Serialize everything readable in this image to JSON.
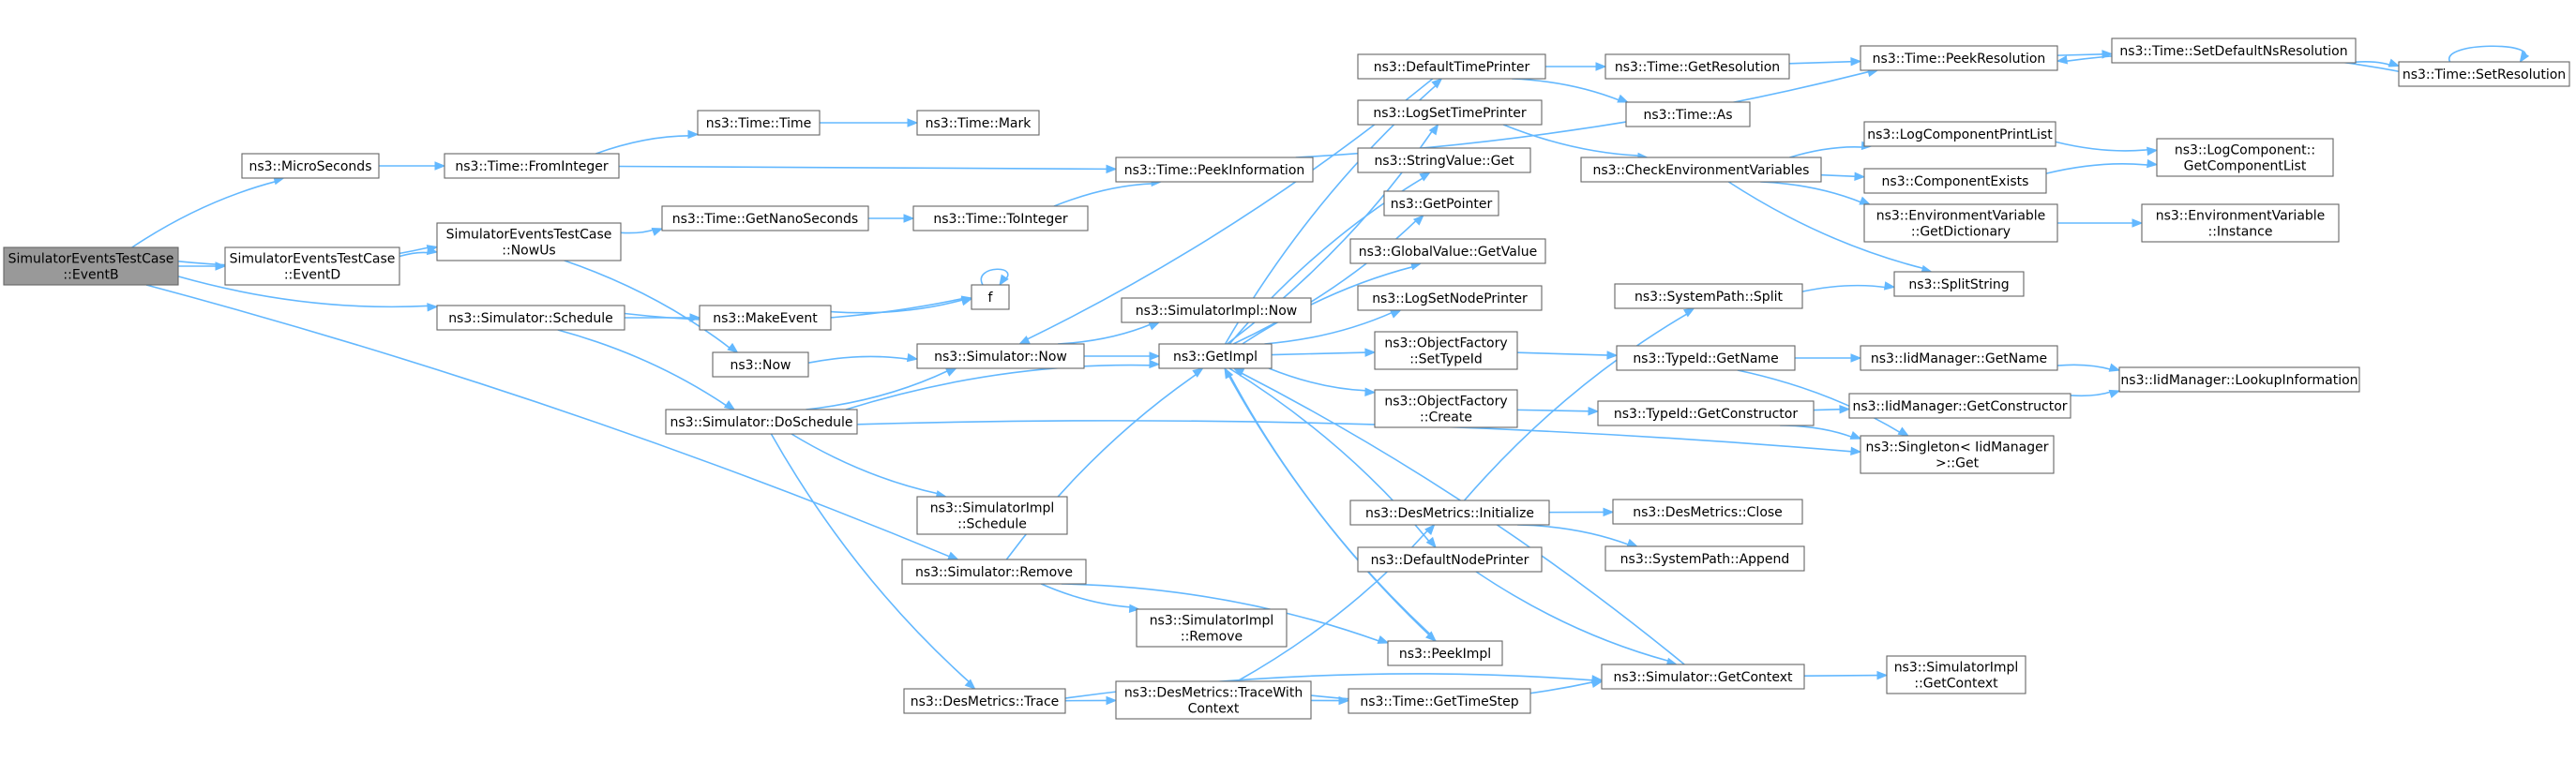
{
  "diagram": {
    "title": "",
    "nodes": [
      {
        "id": "eventB",
        "lines": [
          "SimulatorEventsTestCase",
          "::EventB"
        ],
        "root": true
      },
      {
        "id": "microSeconds",
        "lines": [
          "ns3::MicroSeconds"
        ]
      },
      {
        "id": "fromInteger",
        "lines": [
          "ns3::Time::FromInteger"
        ]
      },
      {
        "id": "timeTime",
        "lines": [
          "ns3::Time::Time"
        ]
      },
      {
        "id": "timeMark",
        "lines": [
          "ns3::Time::Mark"
        ]
      },
      {
        "id": "peekInformation",
        "lines": [
          "ns3::Time::PeekInformation"
        ]
      },
      {
        "id": "eventD",
        "lines": [
          "SimulatorEventsTestCase",
          "::EventD"
        ]
      },
      {
        "id": "nowUs",
        "lines": [
          "SimulatorEventsTestCase",
          "::NowUs"
        ]
      },
      {
        "id": "getNanoSeconds",
        "lines": [
          "ns3::Time::GetNanoSeconds"
        ]
      },
      {
        "id": "toInteger",
        "lines": [
          "ns3::Time::ToInteger"
        ]
      },
      {
        "id": "f",
        "lines": [
          "f"
        ]
      },
      {
        "id": "schedule",
        "lines": [
          "ns3::Simulator::Schedule"
        ]
      },
      {
        "id": "makeEvent",
        "lines": [
          "ns3::MakeEvent"
        ]
      },
      {
        "id": "now",
        "lines": [
          "ns3::Now"
        ]
      },
      {
        "id": "simNow",
        "lines": [
          "ns3::Simulator::Now"
        ]
      },
      {
        "id": "implNow",
        "lines": [
          "ns3::SimulatorImpl::Now"
        ]
      },
      {
        "id": "getImpl",
        "lines": [
          "ns3::GetImpl"
        ]
      },
      {
        "id": "doSchedule",
        "lines": [
          "ns3::Simulator::DoSchedule"
        ]
      },
      {
        "id": "implSchedule",
        "lines": [
          "ns3::SimulatorImpl",
          "::Schedule"
        ]
      },
      {
        "id": "remove",
        "lines": [
          "ns3::Simulator::Remove"
        ]
      },
      {
        "id": "implRemove",
        "lines": [
          "ns3::SimulatorImpl",
          "::Remove"
        ]
      },
      {
        "id": "dmTrace",
        "lines": [
          "ns3::DesMetrics::Trace"
        ]
      },
      {
        "id": "traceWithContext",
        "lines": [
          "ns3::DesMetrics::TraceWith",
          "Context"
        ]
      },
      {
        "id": "getTimeStep",
        "lines": [
          "ns3::Time::GetTimeStep"
        ]
      },
      {
        "id": "defaultTimePrinter",
        "lines": [
          "ns3::DefaultTimePrinter"
        ]
      },
      {
        "id": "logSetTimePrinter",
        "lines": [
          "ns3::LogSetTimePrinter"
        ]
      },
      {
        "id": "stringValueGet",
        "lines": [
          "ns3::StringValue::Get"
        ]
      },
      {
        "id": "getPointer",
        "lines": [
          "ns3::GetPointer"
        ]
      },
      {
        "id": "globalValueGet",
        "lines": [
          "ns3::GlobalValue::GetValue"
        ]
      },
      {
        "id": "logSetNodePrinter",
        "lines": [
          "ns3::LogSetNodePrinter"
        ]
      },
      {
        "id": "ofSetTypeId",
        "lines": [
          "ns3::ObjectFactory",
          "::SetTypeId"
        ]
      },
      {
        "id": "ofCreate",
        "lines": [
          "ns3::ObjectFactory",
          "::Create"
        ]
      },
      {
        "id": "dmInitialize",
        "lines": [
          "ns3::DesMetrics::Initialize"
        ]
      },
      {
        "id": "defaultNodePrinter",
        "lines": [
          "ns3::DefaultNodePrinter"
        ]
      },
      {
        "id": "peekImpl",
        "lines": [
          "ns3::PeekImpl"
        ]
      },
      {
        "id": "getResolution",
        "lines": [
          "ns3::Time::GetResolution"
        ]
      },
      {
        "id": "timeAs",
        "lines": [
          "ns3::Time::As"
        ]
      },
      {
        "id": "checkEnv",
        "lines": [
          "ns3::CheckEnvironmentVariables"
        ]
      },
      {
        "id": "spSplit",
        "lines": [
          "ns3::SystemPath::Split"
        ]
      },
      {
        "id": "typeIdGetName",
        "lines": [
          "ns3::TypeId::GetName"
        ]
      },
      {
        "id": "typeIdGetCtor",
        "lines": [
          "ns3::TypeId::GetConstructor"
        ]
      },
      {
        "id": "dmClose",
        "lines": [
          "ns3::DesMetrics::Close"
        ]
      },
      {
        "id": "spAppend",
        "lines": [
          "ns3::SystemPath::Append"
        ]
      },
      {
        "id": "simGetContext",
        "lines": [
          "ns3::Simulator::GetContext"
        ]
      },
      {
        "id": "peekResolution",
        "lines": [
          "ns3::Time::PeekResolution"
        ]
      },
      {
        "id": "setDefaultNsRes",
        "lines": [
          "ns3::Time::SetDefaultNsResolution"
        ]
      },
      {
        "id": "setResolution",
        "lines": [
          "ns3::Time::SetResolution"
        ]
      },
      {
        "id": "logCompPrintList",
        "lines": [
          "ns3::LogComponentPrintList"
        ]
      },
      {
        "id": "componentExists",
        "lines": [
          "ns3::ComponentExists"
        ]
      },
      {
        "id": "envGetDict",
        "lines": [
          "ns3::EnvironmentVariable",
          "::GetDictionary"
        ]
      },
      {
        "id": "splitString",
        "lines": [
          "ns3::SplitString"
        ]
      },
      {
        "id": "iidGetName",
        "lines": [
          "ns3::IidManager::GetName"
        ]
      },
      {
        "id": "iidGetCtor",
        "lines": [
          "ns3::IidManager::GetConstructor"
        ]
      },
      {
        "id": "singletonGet",
        "lines": [
          "ns3::Singleton< IidManager",
          " >::Get"
        ]
      },
      {
        "id": "implGetContext",
        "lines": [
          "ns3::SimulatorImpl",
          "::GetContext"
        ]
      },
      {
        "id": "logCompGetList",
        "lines": [
          "ns3::LogComponent::",
          "GetComponentList"
        ]
      },
      {
        "id": "envInstance",
        "lines": [
          "ns3::EnvironmentVariable",
          "::Instance"
        ]
      },
      {
        "id": "lookupInfo",
        "lines": [
          "ns3::IidManager::LookupInformation"
        ]
      }
    ],
    "edges": [
      [
        "eventB",
        "microSeconds"
      ],
      [
        "eventB",
        "nowUs"
      ],
      [
        "eventB",
        "eventD"
      ],
      [
        "eventB",
        "schedule"
      ],
      [
        "eventB",
        "remove"
      ],
      [
        "microSeconds",
        "fromInteger"
      ],
      [
        "fromInteger",
        "timeTime"
      ],
      [
        "fromInteger",
        "peekInformation"
      ],
      [
        "timeTime",
        "timeMark"
      ],
      [
        "peekInformation",
        "peekResolution"
      ],
      [
        "eventD",
        "nowUs"
      ],
      [
        "nowUs",
        "getNanoSeconds"
      ],
      [
        "nowUs",
        "now"
      ],
      [
        "getNanoSeconds",
        "toInteger"
      ],
      [
        "toInteger",
        "peekInformation"
      ],
      [
        "f",
        "f"
      ],
      [
        "schedule",
        "makeEvent"
      ],
      [
        "schedule",
        "f"
      ],
      [
        "schedule",
        "doSchedule"
      ],
      [
        "makeEvent",
        "f"
      ],
      [
        "now",
        "simNow"
      ],
      [
        "simNow",
        "implNow"
      ],
      [
        "simNow",
        "getImpl"
      ],
      [
        "doSchedule",
        "simNow"
      ],
      [
        "doSchedule",
        "getImpl"
      ],
      [
        "doSchedule",
        "implSchedule"
      ],
      [
        "doSchedule",
        "singletonGet"
      ],
      [
        "doSchedule",
        "dmTrace"
      ],
      [
        "remove",
        "getImpl"
      ],
      [
        "remove",
        "implRemove"
      ],
      [
        "remove",
        "peekImpl"
      ],
      [
        "dmTrace",
        "traceWithContext"
      ],
      [
        "dmTrace",
        "simGetContext"
      ],
      [
        "traceWithContext",
        "dmInitialize"
      ],
      [
        "traceWithContext",
        "getTimeStep"
      ],
      [
        "traceWithContext",
        "simGetContext"
      ],
      [
        "getImpl",
        "defaultTimePrinter"
      ],
      [
        "getImpl",
        "logSetTimePrinter"
      ],
      [
        "getImpl",
        "stringValueGet"
      ],
      [
        "getImpl",
        "getPointer"
      ],
      [
        "getImpl",
        "globalValueGet"
      ],
      [
        "getImpl",
        "logSetNodePrinter"
      ],
      [
        "getImpl",
        "ofSetTypeId"
      ],
      [
        "getImpl",
        "ofCreate"
      ],
      [
        "getImpl",
        "defaultNodePrinter"
      ],
      [
        "getImpl",
        "peekImpl"
      ],
      [
        "defaultTimePrinter",
        "simNow"
      ],
      [
        "defaultTimePrinter",
        "getResolution"
      ],
      [
        "defaultTimePrinter",
        "timeAs"
      ],
      [
        "logSetTimePrinter",
        "checkEnv"
      ],
      [
        "ofSetTypeId",
        "typeIdGetName"
      ],
      [
        "ofCreate",
        "typeIdGetCtor"
      ],
      [
        "dmInitialize",
        "spSplit"
      ],
      [
        "dmInitialize",
        "dmClose"
      ],
      [
        "dmInitialize",
        "spAppend"
      ],
      [
        "defaultNodePrinter",
        "simGetContext"
      ],
      [
        "peekImpl",
        "getImpl"
      ],
      [
        "getResolution",
        "peekResolution"
      ],
      [
        "checkEnv",
        "logCompPrintList"
      ],
      [
        "checkEnv",
        "componentExists"
      ],
      [
        "checkEnv",
        "envGetDict"
      ],
      [
        "checkEnv",
        "splitString"
      ],
      [
        "spSplit",
        "splitString"
      ],
      [
        "typeIdGetName",
        "iidGetName"
      ],
      [
        "typeIdGetName",
        "singletonGet"
      ],
      [
        "typeIdGetCtor",
        "iidGetCtor"
      ],
      [
        "typeIdGetCtor",
        "singletonGet"
      ],
      [
        "simGetContext",
        "getImpl"
      ],
      [
        "simGetContext",
        "implGetContext"
      ],
      [
        "peekResolution",
        "setDefaultNsRes"
      ],
      [
        "setDefaultNsRes",
        "setResolution"
      ],
      [
        "setResolution",
        "peekResolution"
      ],
      [
        "setResolution",
        "setResolution"
      ],
      [
        "logCompPrintList",
        "logCompGetList"
      ],
      [
        "componentExists",
        "logCompGetList"
      ],
      [
        "envGetDict",
        "envInstance"
      ],
      [
        "iidGetName",
        "lookupInfo"
      ],
      [
        "iidGetCtor",
        "lookupInfo"
      ]
    ]
  }
}
